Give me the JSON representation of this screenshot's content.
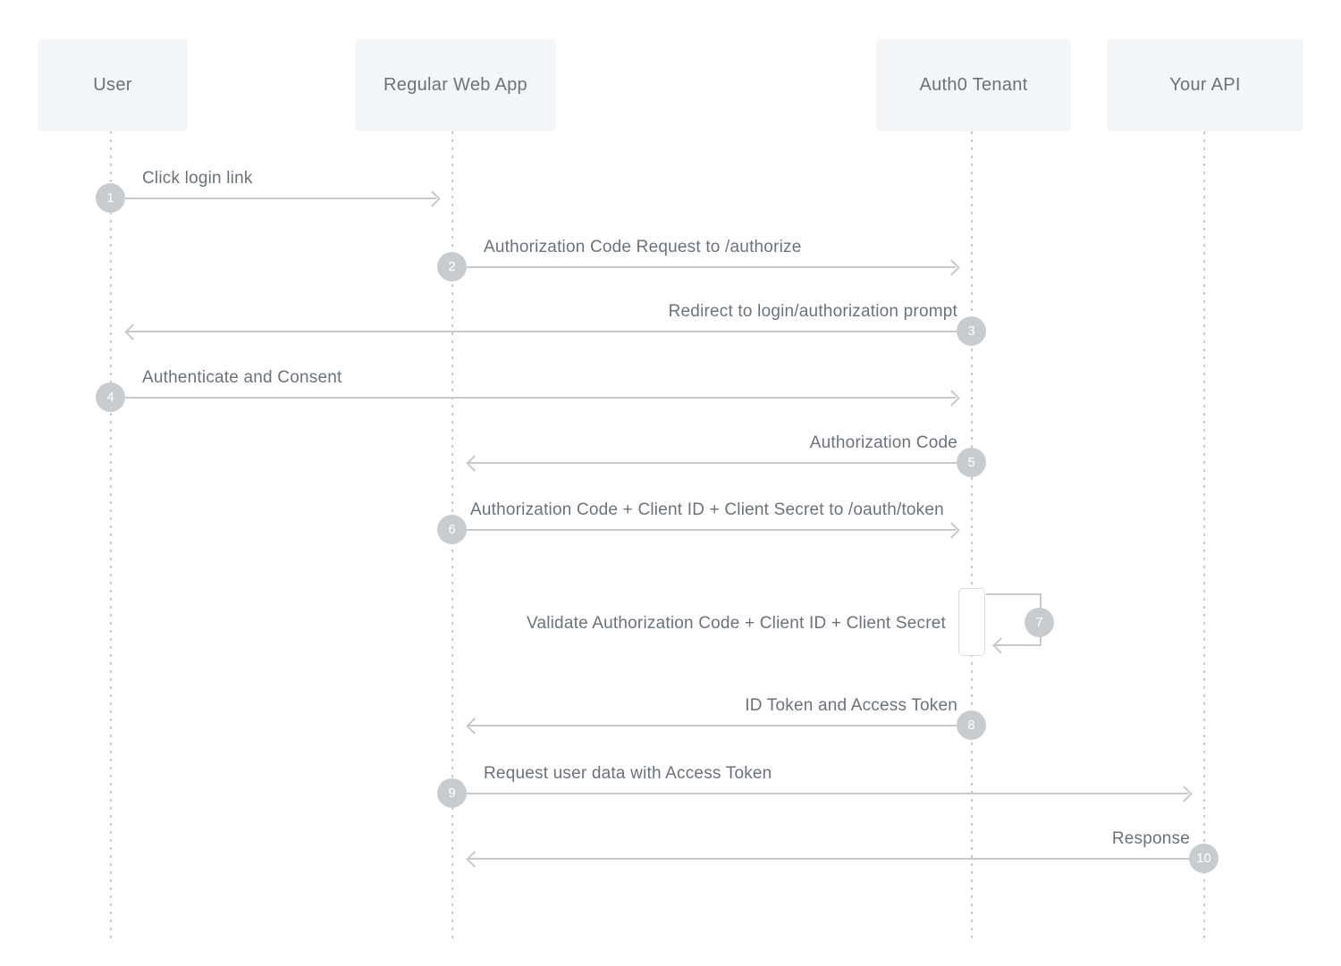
{
  "diagram_type": "sequence-diagram",
  "topic": "Regular Web App authorization code flow",
  "colors": {
    "background": "#ffffff",
    "actor_box_bg": "#f4f5f7",
    "text": "#6d7278",
    "line": "#c7cacc",
    "lifeline": "#c9ccce",
    "step_badge_bg": "#c9cccf",
    "step_badge_text": "#ffffff",
    "activation_border": "#dadcde"
  },
  "actors": [
    {
      "label": "User"
    },
    {
      "label": "Regular Web App"
    },
    {
      "label": "Auth0 Tenant"
    },
    {
      "label": "Your API"
    }
  ],
  "messages": [
    {
      "number": "1",
      "label": "Click login link",
      "from": "User",
      "to": "Regular Web App",
      "direction": "right"
    },
    {
      "number": "2",
      "label": "Authorization Code Request to /authorize",
      "from": "Regular Web App",
      "to": "Auth0 Tenant",
      "direction": "right"
    },
    {
      "number": "3",
      "label": "Redirect to login/authorization prompt",
      "from": "Auth0 Tenant",
      "to": "User",
      "direction": "left"
    },
    {
      "number": "4",
      "label": "Authenticate and Consent",
      "from": "User",
      "to": "Auth0 Tenant",
      "direction": "right"
    },
    {
      "number": "5",
      "label": "Authorization Code",
      "from": "Auth0 Tenant",
      "to": "Regular Web App",
      "direction": "left"
    },
    {
      "number": "6",
      "label": "Authorization Code + Client ID + Client Secret to /oauth/token",
      "from": "Regular Web App",
      "to": "Auth0 Tenant",
      "direction": "right"
    },
    {
      "number": "7",
      "label": "Validate Authorization Code + Client ID + Client Secret",
      "from": "Auth0 Tenant",
      "to": "Auth0 Tenant",
      "direction": "self"
    },
    {
      "number": "8",
      "label": "ID Token and Access Token",
      "from": "Auth0 Tenant",
      "to": "Regular Web App",
      "direction": "left"
    },
    {
      "number": "9",
      "label": "Request user data with Access Token",
      "from": "Regular Web App",
      "to": "Your API",
      "direction": "right"
    },
    {
      "number": "10",
      "label": "Response",
      "from": "Your API",
      "to": "Regular Web App",
      "direction": "left"
    }
  ]
}
